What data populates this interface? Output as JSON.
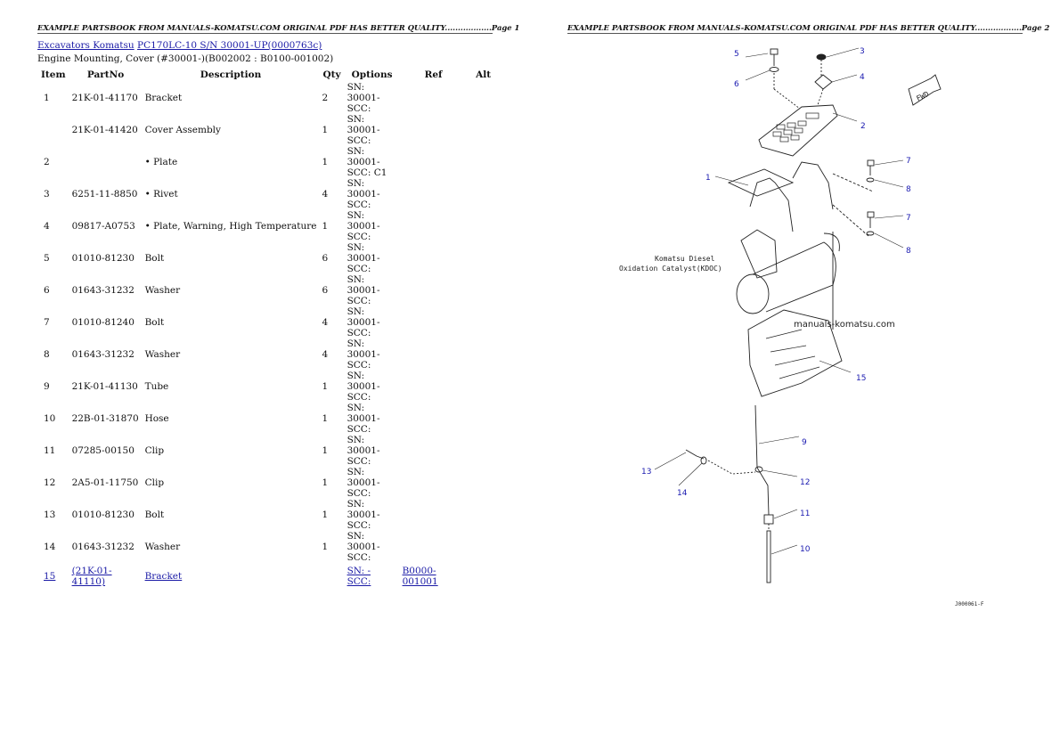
{
  "header": {
    "left_text": "EXAMPLE PARTSBOOK FROM MANUALS-KOMATSU.COM ORIGINAL PDF HAS BETTER QUALITY..................Page 1",
    "right_text": "EXAMPLE PARTSBOOK FROM MANUALS-KOMATSU.COM ORIGINAL PDF HAS BETTER QUALITY..................Page 2"
  },
  "breadcrumb": {
    "category": "Excavators Komatsu",
    "model": "PC170LC-10 S/N 30001-UP(0000763c)"
  },
  "subtitle": "Engine Mounting, Cover (#30001-)(B002002 : B0100-001002)",
  "table": {
    "headers": [
      "Item",
      "PartNo",
      "Description",
      "Qty",
      "Options",
      "Ref",
      "Alt"
    ],
    "rows": [
      {
        "item": "1",
        "partno": "21K-01-41170",
        "desc": "Bracket",
        "qty": "2",
        "opt1": "SN: 30001-",
        "opt2": "SCC:",
        "ref": "",
        "alt": ""
      },
      {
        "item": "",
        "partno": "21K-01-41420",
        "desc": "Cover Assembly",
        "qty": "1",
        "opt1": "SN: 30001-",
        "opt2": "SCC:",
        "ref": "",
        "alt": ""
      },
      {
        "item": "2",
        "partno": "",
        "desc": "• Plate",
        "qty": "1",
        "opt1": "SN: 30001-",
        "opt2": "SCC: C1",
        "ref": "",
        "alt": ""
      },
      {
        "item": "3",
        "partno": "6251-11-8850",
        "desc": "• Rivet",
        "qty": "4",
        "opt1": "SN: 30001-",
        "opt2": "SCC:",
        "ref": "",
        "alt": ""
      },
      {
        "item": "4",
        "partno": "09817-A0753",
        "desc": "• Plate, Warning, High Temperature",
        "qty": "1",
        "opt1": "SN: 30001-",
        "opt2": "SCC:",
        "ref": "",
        "alt": ""
      },
      {
        "item": "5",
        "partno": "01010-81230",
        "desc": "Bolt",
        "qty": "6",
        "opt1": "SN: 30001-",
        "opt2": "SCC:",
        "ref": "",
        "alt": ""
      },
      {
        "item": "6",
        "partno": "01643-31232",
        "desc": "Washer",
        "qty": "6",
        "opt1": "SN: 30001-",
        "opt2": "SCC:",
        "ref": "",
        "alt": ""
      },
      {
        "item": "7",
        "partno": "01010-81240",
        "desc": "Bolt",
        "qty": "4",
        "opt1": "SN: 30001-",
        "opt2": "SCC:",
        "ref": "",
        "alt": ""
      },
      {
        "item": "8",
        "partno": "01643-31232",
        "desc": "Washer",
        "qty": "4",
        "opt1": "SN: 30001-",
        "opt2": "SCC:",
        "ref": "",
        "alt": ""
      },
      {
        "item": "9",
        "partno": "21K-01-41130",
        "desc": "Tube",
        "qty": "1",
        "opt1": "SN: 30001-",
        "opt2": "SCC:",
        "ref": "",
        "alt": ""
      },
      {
        "item": "10",
        "partno": "22B-01-31870",
        "desc": "Hose",
        "qty": "1",
        "opt1": "SN: 30001-",
        "opt2": "SCC:",
        "ref": "",
        "alt": ""
      },
      {
        "item": "11",
        "partno": "07285-00150",
        "desc": "Clip",
        "qty": "1",
        "opt1": "SN: 30001-",
        "opt2": "SCC:",
        "ref": "",
        "alt": ""
      },
      {
        "item": "12",
        "partno": "2A5-01-11750",
        "desc": "Clip",
        "qty": "1",
        "opt1": "SN: 30001-",
        "opt2": "SCC:",
        "ref": "",
        "alt": ""
      },
      {
        "item": "13",
        "partno": "01010-81230",
        "desc": "Bolt",
        "qty": "1",
        "opt1": "SN: 30001-",
        "opt2": "SCC:",
        "ref": "",
        "alt": ""
      },
      {
        "item": "14",
        "partno": "01643-31232",
        "desc": "Washer",
        "qty": "1",
        "opt1": "SN: 30001-",
        "opt2": "SCC:",
        "ref": "",
        "alt": ""
      },
      {
        "item": "15",
        "partno": "(21K-01-41110)",
        "desc": "Bracket",
        "qty": "",
        "opt1": "SN: -",
        "opt2": "SCC:",
        "ref": "B0000-001001",
        "alt": ""
      }
    ]
  },
  "diagram": {
    "callouts": [
      "1",
      "2",
      "3",
      "4",
      "5",
      "6",
      "7",
      "8",
      "7",
      "8",
      "9",
      "10",
      "11",
      "12",
      "13",
      "14",
      "15"
    ],
    "label_line1": "Komatsu Diesel",
    "label_line2": "Oxidation Catalyst(KDOC)",
    "watermark": "manuals-komatsu.com",
    "fwd": "FWD",
    "figure_code": "J000061-F"
  },
  "colors": {
    "link": "#1a1aa6",
    "callout": "#1a1ab0"
  }
}
